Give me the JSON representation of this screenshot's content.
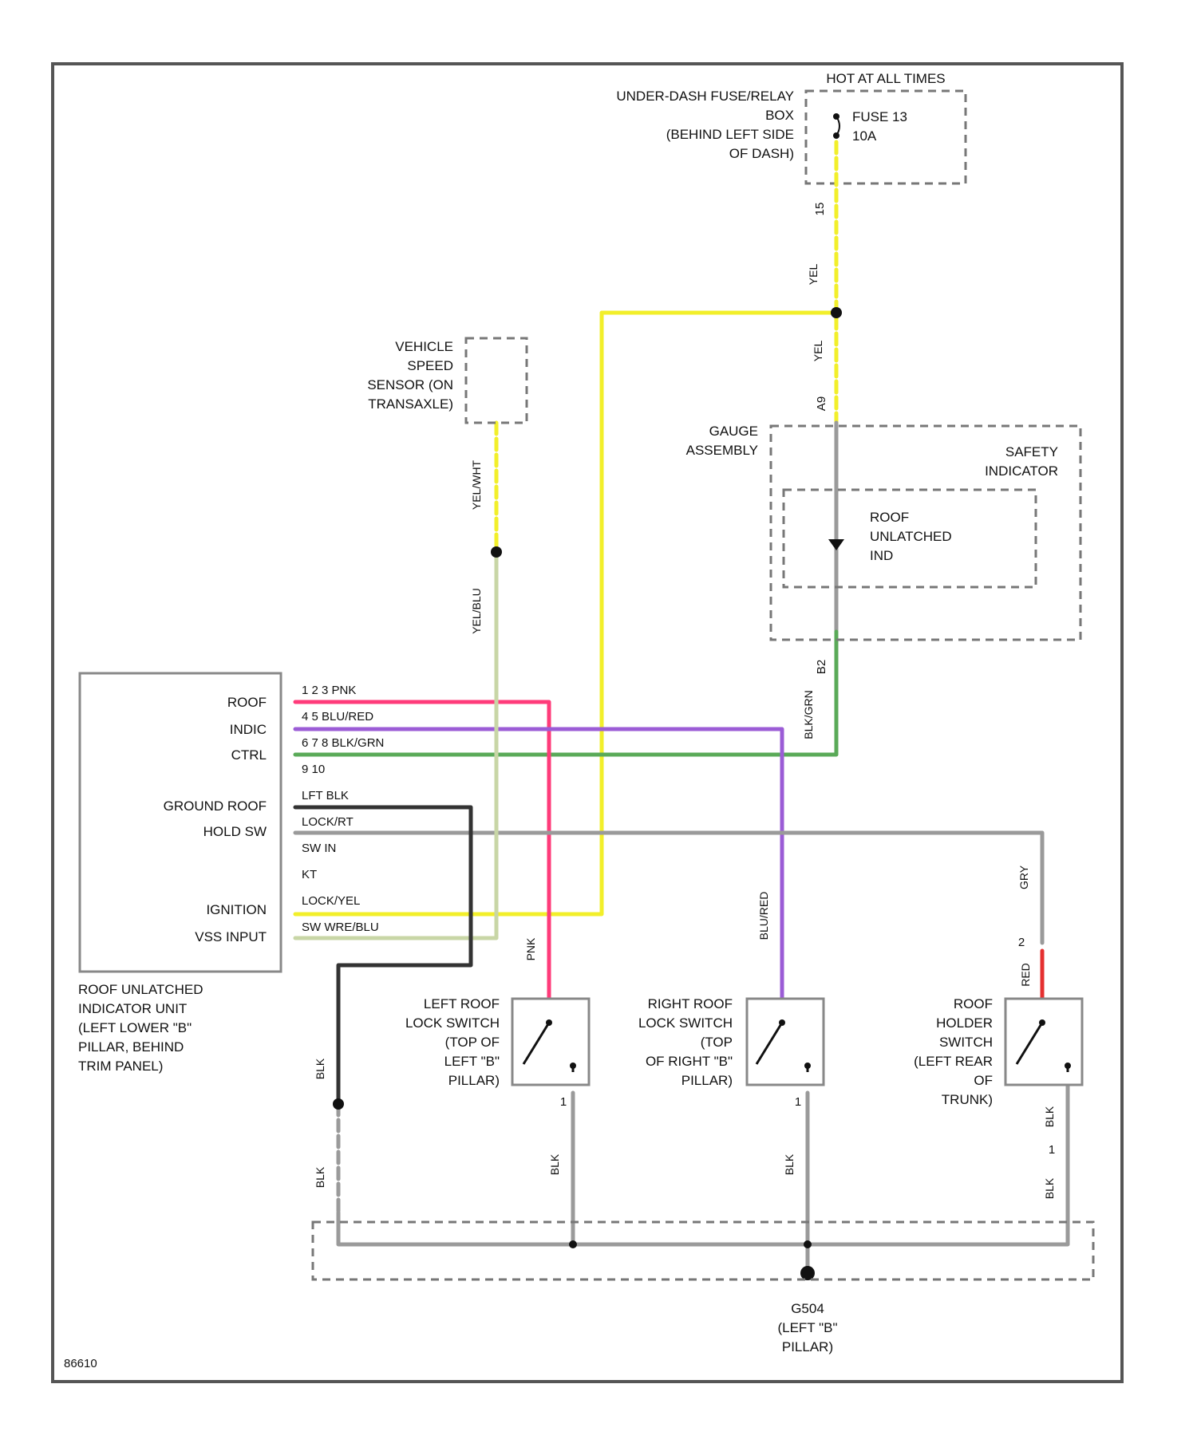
{
  "colors": {
    "yellow": "#f2ef2a",
    "pink": "#ff3b7a",
    "purple": "#9b5cd6",
    "green": "#5aaa58",
    "gray": "#9a9a9a",
    "black": "#333333",
    "ltgreen": "#c8d6a6",
    "red": "#e53030",
    "frame": "#555555"
  },
  "fuse_box": {
    "hot_label": "HOT AT ALL TIMES",
    "box_name_lines": [
      "UNDER-DASH FUSE/RELAY",
      "BOX",
      "(BEHIND LEFT SIDE",
      "OF DASH)"
    ],
    "fuse_label": "FUSE 13",
    "fuse_rating": "10A",
    "pin": "15",
    "wire_color": "YEL"
  },
  "vss": {
    "name_lines": [
      "VEHICLE",
      "SPEED",
      "SENSOR (ON",
      "TRANSAXLE)"
    ],
    "wire_upper": "YEL/WHT",
    "wire_lower": "YEL/BLU"
  },
  "gauge": {
    "name_lines": [
      "GAUGE",
      "ASSEMBLY"
    ],
    "safety_lines": [
      "SAFETY",
      "INDICATOR"
    ],
    "roof_lines": [
      "ROOF",
      "UNLATCHED",
      "IND"
    ],
    "pin_top": "A9",
    "pin_bottom": "B2",
    "wire_in": "YEL",
    "wire_out": "BLK/GRN"
  },
  "unit": {
    "left_labels": [
      "ROOF",
      "INDIC",
      "CTRL",
      "GROUND ROOF",
      "HOLD SW",
      "IGNITION",
      "VSS INPUT"
    ],
    "pin_labels": [
      "1 2 3 PNK",
      "4 5    BLU/RED",
      "6 7 8 BLK/GRN",
      "9 10",
      "LFT   BLK",
      "LOCK/RT",
      "SW IN",
      "KT",
      "LOCK/YEL",
      "SW WRE/BLU"
    ],
    "caption_lines": [
      "ROOF UNLATCHED",
      "INDICATOR UNIT",
      "(LEFT LOWER \"B\"",
      "PILLAR, BEHIND",
      "TRIM PANEL)"
    ]
  },
  "switches": [
    {
      "name_lines": [
        "LEFT ROOF",
        "LOCK SWITCH",
        "(TOP OF",
        "LEFT \"B\"",
        "PILLAR)"
      ],
      "wire_in": "PNK",
      "wire_out": "BLK",
      "pin_out": "1"
    },
    {
      "name_lines": [
        "RIGHT ROOF",
        "LOCK SWITCH",
        "(TOP",
        "OF RIGHT \"B\"",
        "PILLAR)"
      ],
      "wire_in": "BLU/RED",
      "wire_out": "BLK",
      "pin_out": "1"
    },
    {
      "name_lines": [
        "ROOF",
        "HOLDER",
        "SWITCH",
        "(LEFT REAR",
        "OF",
        "TRUNK)"
      ],
      "wire_in": "RED",
      "wire_out": "BLK",
      "pin_in": "2",
      "pin_out": "1",
      "upper_wire": "GRY"
    }
  ],
  "ground": {
    "wire_left": "BLK",
    "wire_left2": "BLK",
    "wire_right": "BLK",
    "name_lines": [
      "G504",
      "(LEFT \"B\"",
      "PILLAR)"
    ]
  },
  "diagram_id": "86610"
}
